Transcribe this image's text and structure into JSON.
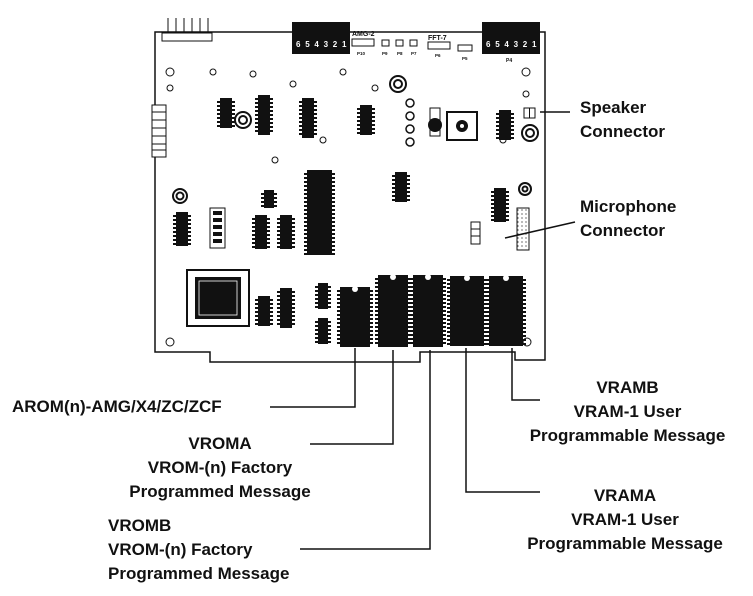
{
  "board": {
    "connector_p4": {
      "pins": [
        "6",
        "5",
        "4",
        "3",
        "2",
        "1"
      ],
      "label": "P4"
    },
    "connector_p1": {
      "pins": [
        "6",
        "5",
        "4",
        "3",
        "2",
        "1"
      ]
    },
    "header_labels": {
      "amg2": "AMG-2",
      "fft7": "FFT-7",
      "p10": "P10",
      "p9": "P9",
      "p8": "P8",
      "p7": "P7",
      "p6": "P6",
      "p5": "P5"
    }
  },
  "callouts": {
    "speaker": [
      "Speaker",
      "Connector"
    ],
    "microphone": [
      "Microphone",
      "Connector"
    ],
    "arom": [
      "AROM(n)-AMG/X4/ZC/ZCF"
    ],
    "vroma": [
      "VROMA",
      "VROM-(n) Factory",
      "Programmed Message"
    ],
    "vromb": [
      "VROMB",
      "VROM-(n) Factory",
      "Programmed Message"
    ],
    "vramb": [
      "VRAMB",
      "VRAM-1 User",
      "Programmable Message"
    ],
    "vrama": [
      "VRAMA",
      "VRAM-1 User",
      "Programmable Message"
    ]
  },
  "colors": {
    "ink": "#111111",
    "board": "#ffffff"
  }
}
